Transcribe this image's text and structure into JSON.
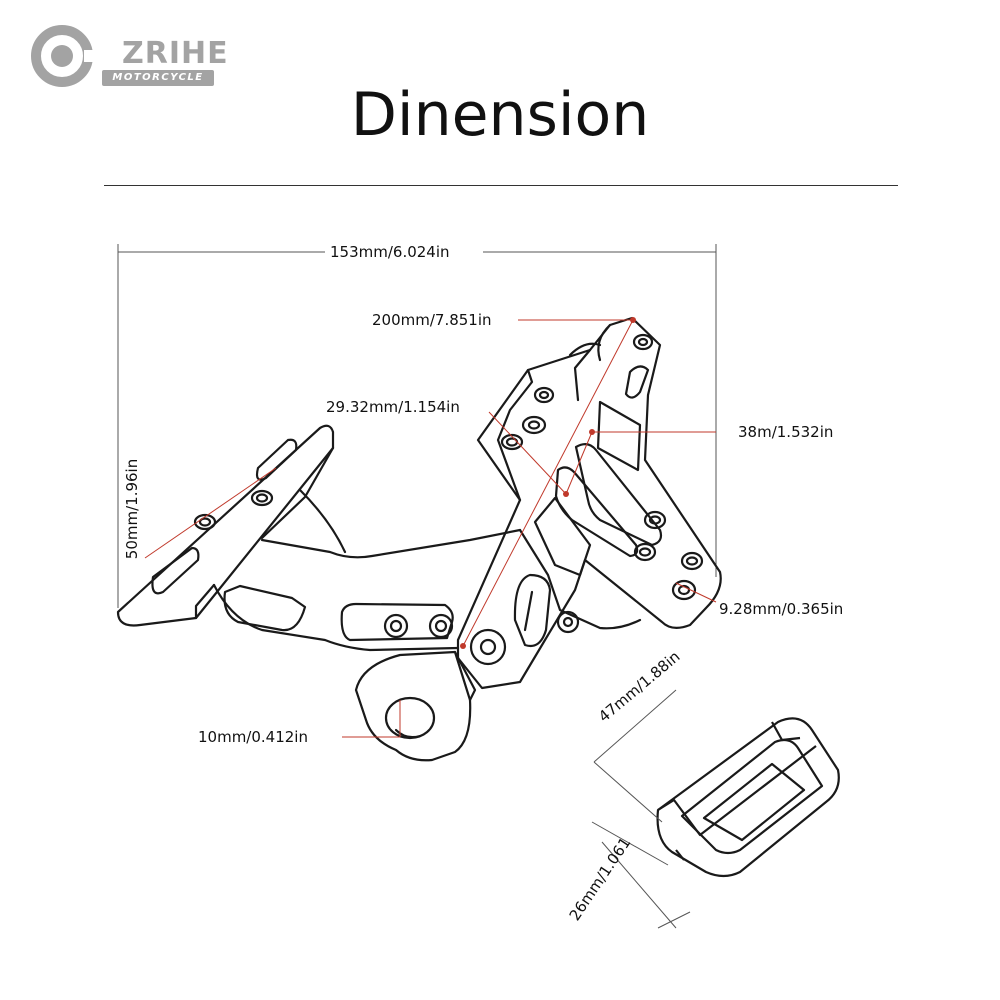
{
  "brand": {
    "name": "ZRIHE",
    "subtitle": "MOTORCYCLE",
    "color": "#a3a3a3"
  },
  "title": "Dinension",
  "dimensions": {
    "overall_width": "153mm/6.024in",
    "plate_length": "200mm/7.851in",
    "hole_spacing": "29.32mm/1.154in",
    "slot_length": "38m/1.532in",
    "side_height": "50mm/1.96in",
    "small_hole": "9.28mm/0.365in",
    "clamp_bore": "10mm/0.412in",
    "pad_length": "47mm/1.88in",
    "pad_width": "26mm/1.061"
  },
  "colors": {
    "outline": "#1a1a1a",
    "dimension_line": "#555555",
    "marker": "#c0392b"
  }
}
